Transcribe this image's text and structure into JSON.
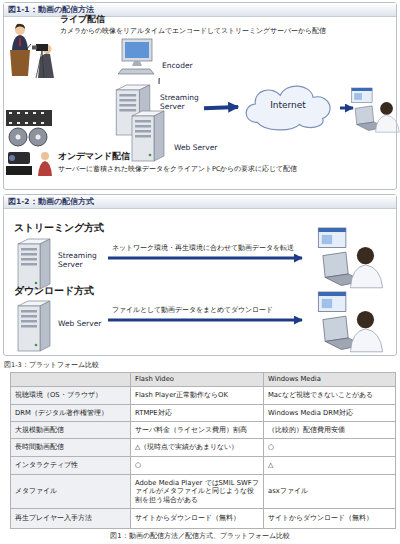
{
  "diagram": {
    "caption": "図1：動画の配信方法／配信方式、プラットフォーム比較",
    "nodes": [
      {
        "text": [
          "図1-1：動画の配信方法"
        ]
      },
      {
        "text": [
          "Encoder"
        ],
        "in": 0
      },
      {
        "text": [
          "Streaming Server"
        ],
        "in": 0
      },
      {
        "text": [
          "Web Server"
        ],
        "in": 0
      },
      {
        "text": [
          "Internet"
        ],
        "in": 0
      },
      {
        "text": [
          "図1-2：動画の配信方式"
        ]
      },
      {
        "text": [
          "Streaming Server"
        ],
        "in": 5
      },
      {
        "text": [
          "Web Server"
        ],
        "in": 5
      }
    ],
    "edges": [
      {
        "from": 1,
        "to": 2,
        "arrow": "none"
      },
      {
        "from": 2,
        "to": 4,
        "arrow": "to"
      }
    ],
    "labels": [
      "ライブ配信",
      "カメラからの映像をリアルタイムでエンコードしてストリーミングサーバーから配信",
      "オンデマンド配信",
      "サーバーに蓄積された映像データをクライアントPCからの要求に応じて配信",
      "ストリーミング方式",
      "ネットワーク環境・再生環境に合わせて動画データを転送",
      "ダウンロード方式",
      "ファイルとして動画データをまとめてダウンロード",
      "図1-3：プラットフォーム比較",
      "Flash Video",
      "Windows Media",
      "視聴環境（OS・ブラウザ）",
      "Flash Player正常動作ならOK",
      "Macなど視聴できないことがある",
      "DRM（デジタル著作権管理）",
      "RTMPE対応",
      "Windows Media DRM対応",
      "大規模動画配信",
      "サーバ料金（ライセンス費用）割高",
      "（比較的）配信費用安価",
      "長時間動画配信",
      "△（現時点で実績があまりない）",
      "○",
      "インタラクティブ性",
      "○",
      "△",
      "メタファイル",
      "Adobe Media Player ではSMIL SWFファイルがメタファイルと同じような役割を担う場合がある",
      "asxファイル",
      "再生プレイヤー入手方法",
      "サイトからダウンロード（無料）",
      "サイトからダウンロード（無料）"
    ]
  }
}
